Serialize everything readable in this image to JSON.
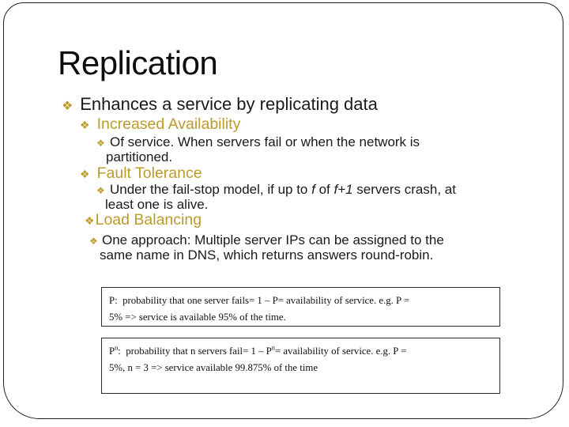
{
  "colors": {
    "accent_gold": "#BC9B2A",
    "frame_border": "#1f1f1f",
    "text": "#1a1a1a"
  },
  "slide": {
    "title": "Replication",
    "bullet_char": "❖",
    "bullets": [
      {
        "level": 1,
        "line1": [
          {
            "t": "Enhances a service by replicating data"
          }
        ]
      },
      {
        "level": 2,
        "line1": [
          {
            "t": "Increased Availability"
          }
        ]
      },
      {
        "level": 3,
        "line1": [
          {
            "t": "Of service. When servers fail or when the network is"
          }
        ],
        "line2": [
          {
            "t": "partitioned."
          }
        ]
      },
      {
        "level": 2,
        "line1": [
          {
            "t": "Fault Tolerance"
          }
        ]
      },
      {
        "level": 3,
        "line1": [
          {
            "t": "Under the fail-stop model, if up to "
          },
          {
            "t": "f",
            "italic": true
          },
          {
            "t": " of "
          },
          {
            "t": "f+1",
            "italic": true
          },
          {
            "t": " servers crash, at"
          }
        ],
        "line2": [
          {
            "t": "least one is alive."
          }
        ]
      },
      {
        "level": 2,
        "line1": [
          {
            "t": "Load Balancing"
          }
        ]
      },
      {
        "level": 3,
        "line1": [
          {
            "t": "One approach: Multiple server IPs can be assigned to the"
          }
        ],
        "line2": [
          {
            "t": "same name in DNS, which returns answers round-robin."
          }
        ]
      }
    ],
    "boxes": [
      {
        "line1": [
          {
            "t": "P:  probability that one server fails= 1 – P= availability of service. e.g. P ="
          }
        ],
        "line2": [
          {
            "t": "5% => service is available 95% of the time."
          }
        ]
      },
      {
        "line1": [
          {
            "t": "P"
          },
          {
            "t": "n",
            "sup": true
          },
          {
            "t": ":  probability that n servers fail= 1 – P"
          },
          {
            "t": "n",
            "sup": true
          },
          {
            "t": "= availability of service. e.g. P ="
          }
        ],
        "line2": [
          {
            "t": "5%, n = 3 => service available 99.875% of the time"
          }
        ]
      }
    ]
  }
}
